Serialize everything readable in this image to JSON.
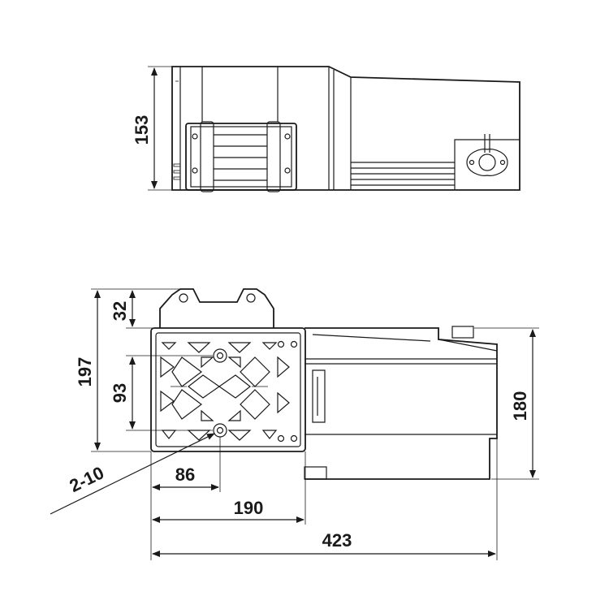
{
  "dimensions": {
    "top_height": "153",
    "total_height": "197",
    "hinge_height": "32",
    "hole_spacing": "93",
    "side_height": "180",
    "hole_offset": "86",
    "pedal_length": "190",
    "total_length": "423",
    "holes": "2-10"
  },
  "colors": {
    "line": "#1a1a1a",
    "background": "#ffffff"
  }
}
